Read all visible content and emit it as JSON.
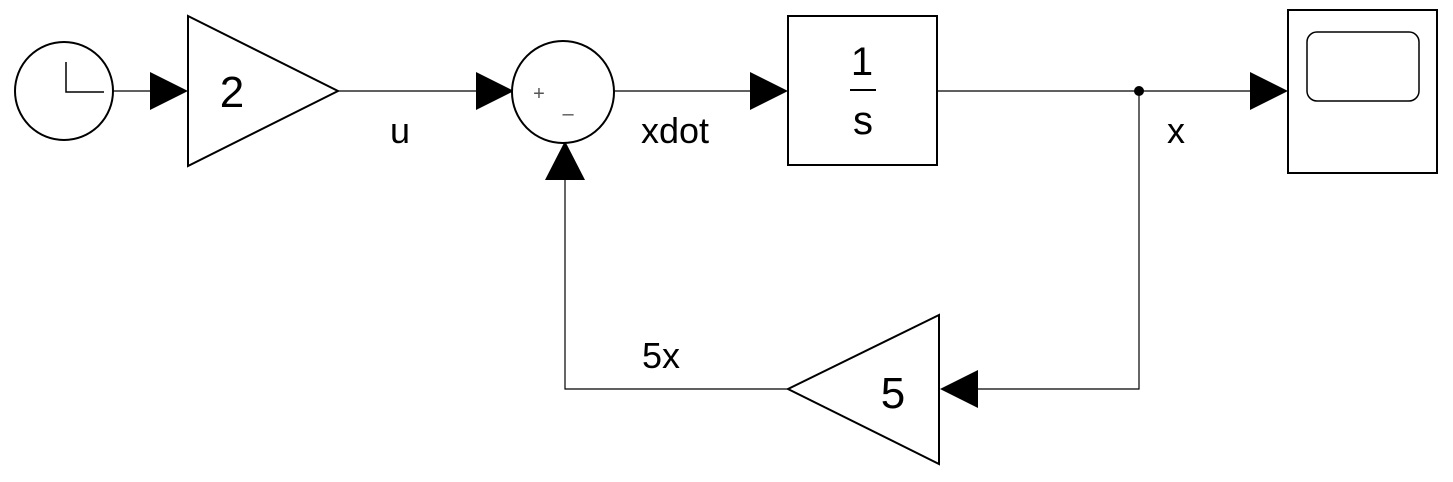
{
  "blocks": {
    "clock": {},
    "input_gain": {
      "value": "2"
    },
    "sum": {
      "signs": [
        "+",
        "–"
      ]
    },
    "integrator": {
      "numerator": "1",
      "denominator": "s"
    },
    "scope": {},
    "feedback_gain": {
      "value": "5"
    }
  },
  "signals": {
    "u": "u",
    "xdot": "xdot",
    "x": "x",
    "five_x": "5x"
  }
}
